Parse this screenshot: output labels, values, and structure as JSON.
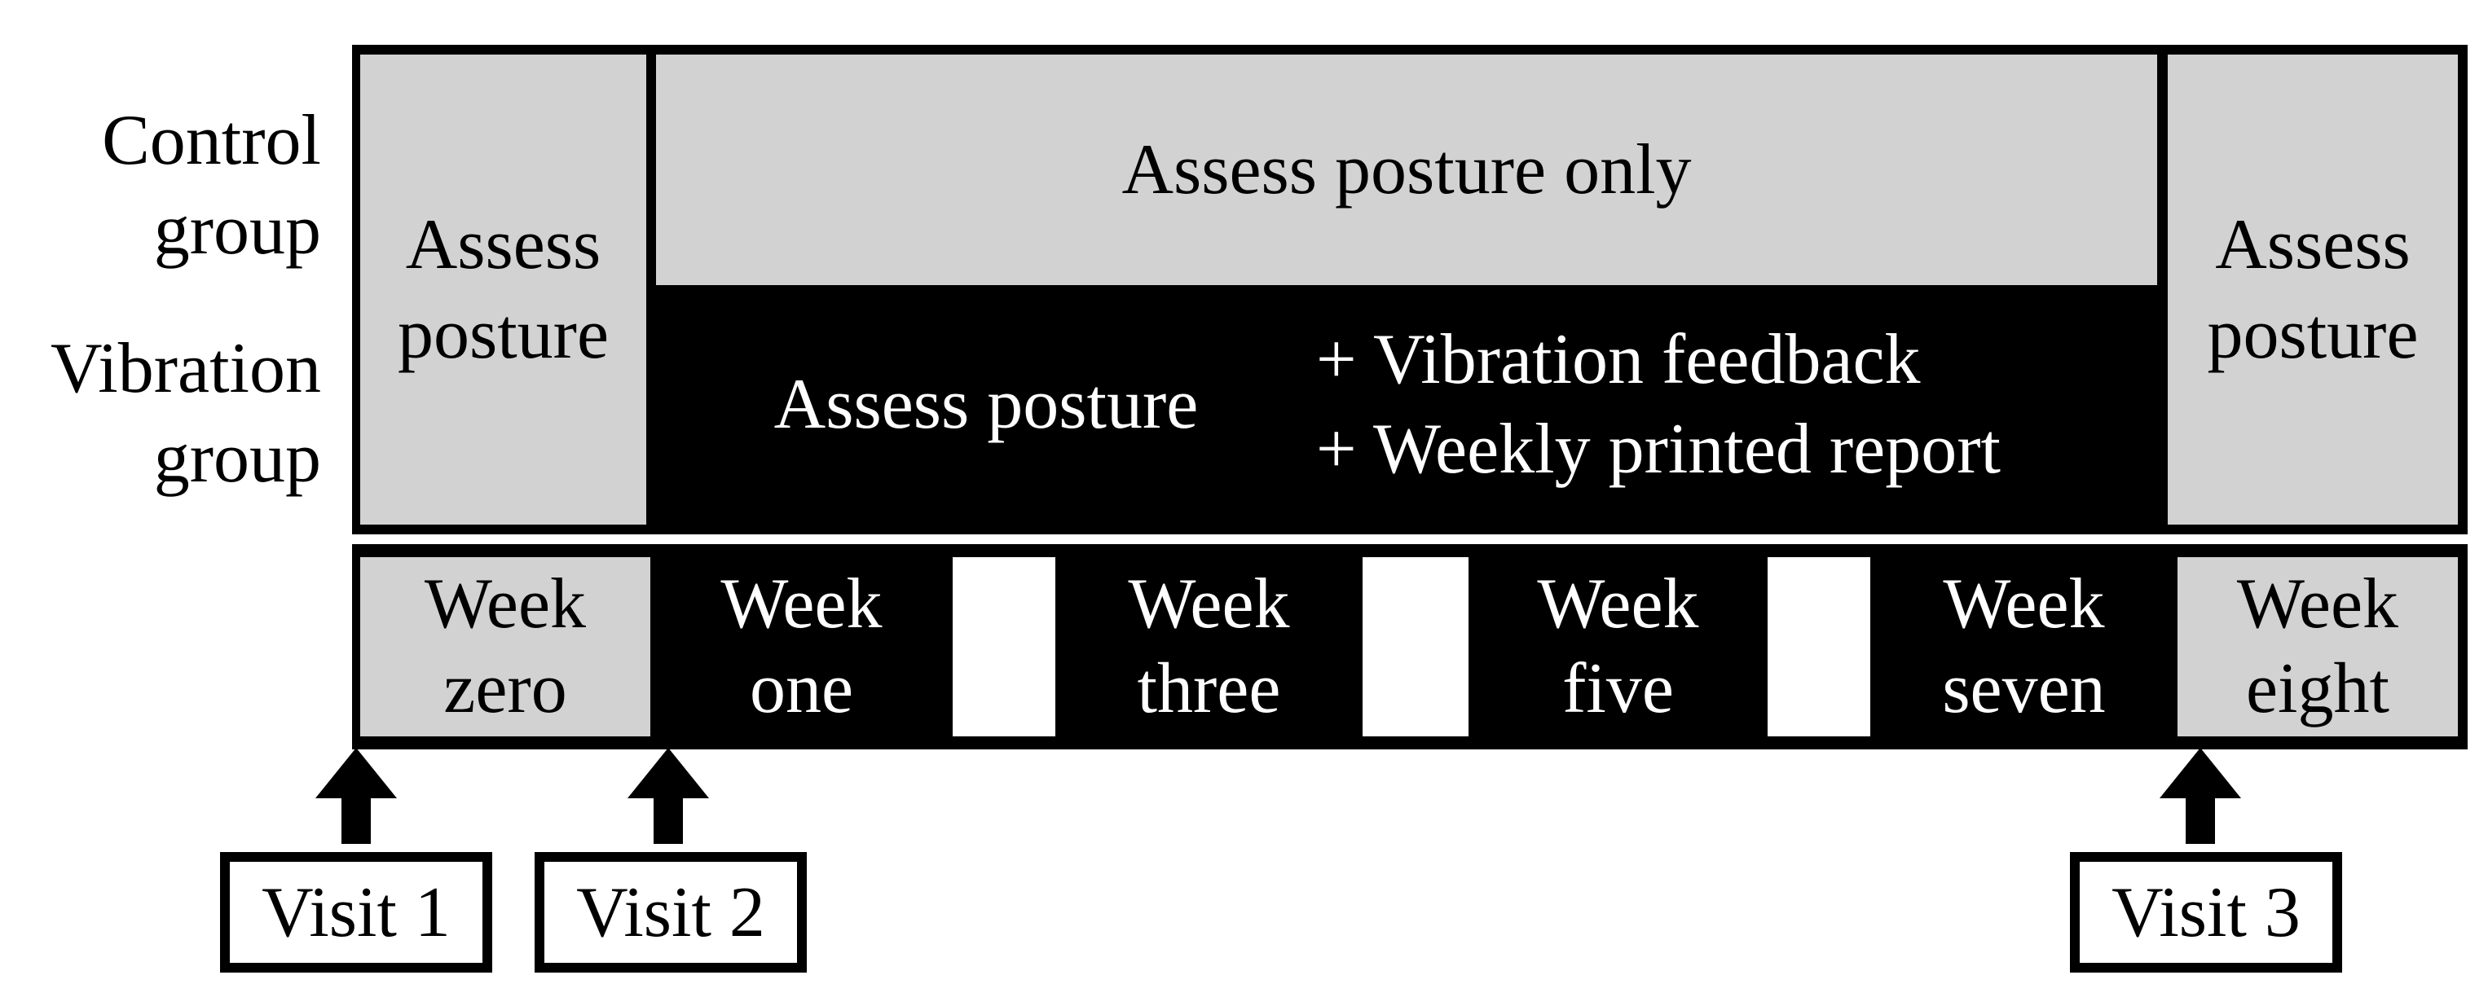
{
  "figure": {
    "type": "study-design-timeline",
    "colors": {
      "assessment_gray": "#d2d2d2",
      "intervention_black": "#000000",
      "background_white": "#ffffff"
    },
    "row_labels": {
      "control": "Control\ngroup",
      "vibration": "Vibration\ngroup"
    },
    "boxes": {
      "baseline": "Assess\nposture",
      "control_period": "Assess posture only",
      "vibration_base": "Assess posture",
      "vibration_additions": [
        "+ Vibration feedback",
        "+ Weekly printed report"
      ],
      "final": "Assess\nposture"
    },
    "weeks": [
      "Week\nzero",
      "Week\none",
      "Week\nthree",
      "Week\nfive",
      "Week\nseven",
      "Week\neight"
    ],
    "visits": [
      "Visit 1",
      "Visit 2",
      "Visit 3"
    ]
  }
}
